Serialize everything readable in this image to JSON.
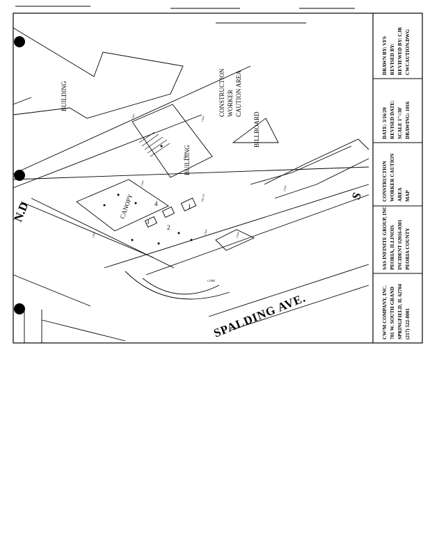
{
  "map": {
    "building_left": "BUILDING",
    "building_center": "BUILDING",
    "canopy": "CANOPY",
    "construction_area": [
      "CONSTRUCTION",
      "WORKER",
      "CAUTION AREA"
    ],
    "billboard": "BILLBOARD",
    "street_main": "SPALDING AVE.",
    "street_partial_left": "N.D",
    "street_partial_right": "S",
    "dispenser_numbers": [
      "1",
      "2",
      "3",
      "4"
    ],
    "dispenser_tag": "DU-1C",
    "well_labels": [
      "Clow",
      "Clow",
      "Clow",
      "Clow",
      "Clow",
      "Clow",
      "Clow",
      "Clow"
    ],
    "curb_note": "CURB"
  },
  "title_block": {
    "drawn": {
      "lines": [
        "DRAWN BY: VFS",
        "REVISED BY:",
        "REVIEWED BY: CJR",
        "CWCAUTION.DWG"
      ]
    },
    "date": {
      "lines": [
        "DATE: 3/16/20",
        "REVISED DATE:",
        "SCALE 1\"=30'",
        "DRAWING: 1016"
      ]
    },
    "title": {
      "lines": [
        "CONSTRUCTION",
        "WORKER CAUTION",
        "AREA",
        "MAP"
      ]
    },
    "client": {
      "lines": [
        "SAS INFINITE GROUP, INC",
        "PEORIA, ILLINOIS",
        "INCIDENT #2016-0301",
        "PEORIA COUNTY"
      ]
    },
    "firm": {
      "lines": [
        "CW³M COMPANY, INC.",
        "701 W. SOUTH GRAND",
        "SPRINGFIELD, IL 62704",
        "(217) 522-8001"
      ]
    }
  },
  "colors": {
    "ink": "#000000",
    "paper": "#ffffff",
    "punch_hole": "#000000"
  }
}
